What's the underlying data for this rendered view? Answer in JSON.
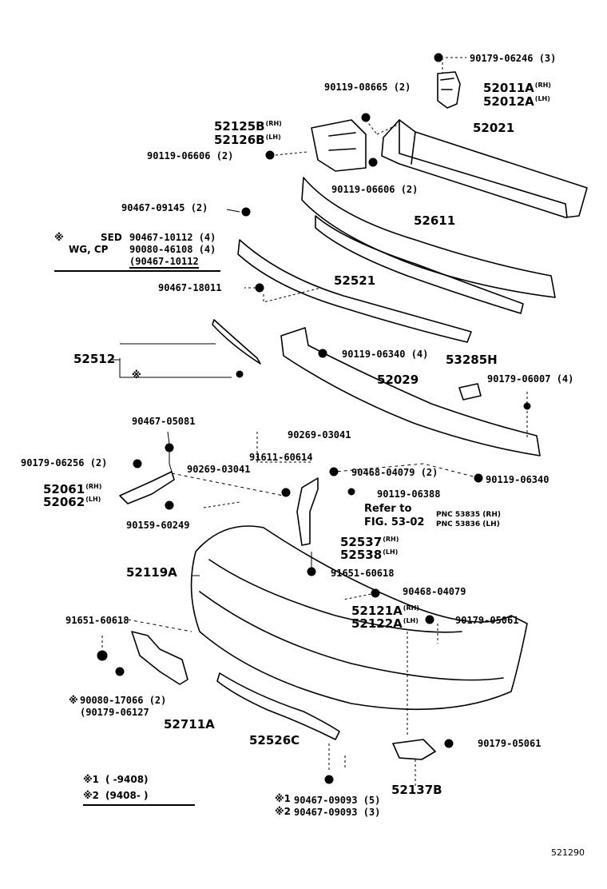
{
  "figure_id": "521290",
  "parts": {
    "p90179_06246": "90179-06246 (3)",
    "p52011a": "52011A",
    "p52012a": "52012A",
    "p90119_08665": "90119-08665 (2)",
    "p52021": "52021",
    "p52125b": "52125B",
    "p52126b": "52126B",
    "p90119_06606_a": "90119-06606 (2)",
    "p90119_06606_b": "90119-06606 (2)",
    "p90467_09145": "90467-09145 (2)",
    "p52611": "52611",
    "p90467_10112": "90467-10112 (4)",
    "p90080_46108": "90080-46108 (4)",
    "p90467_10112_alt": "(90467-10112",
    "p90467_18011": "90467-18011",
    "p52521": "52521",
    "p52512": "52512",
    "p90119_06340_4": "90119-06340 (4)",
    "p53285h": "53285H",
    "p52029": "52029",
    "p90179_06007": "90179-06007 (4)",
    "p90467_05081": "90467-05081",
    "p90269_03041_a": "90269-03041",
    "p90179_06256": "90179-06256 (2)",
    "p90269_03041_b": "90269-03041",
    "p91611_60614": "91611-60614",
    "p90468_04079_2": "90468-04079 (2)",
    "p90119_06340": "90119-06340",
    "p52061": "52061",
    "p52062": "52062",
    "p90119_06388": "90119-06388",
    "ref_label": "Refer to",
    "fig_label": "FIG. 53-02",
    "pnc1": "PNC 53835 (RH)",
    "pnc2": "PNC 53836 (LH)",
    "p90159_60249": "90159-60249",
    "p52537": "52537",
    "p52538": "52538",
    "p52119a": "52119A",
    "p91651_60618_a": "91651-60618",
    "p90468_04079": "90468-04079",
    "p91651_60618_b": "91651-60618",
    "p52121a": "52121A",
    "p52122a": "52122A",
    "p90179_05061_a": "90179-05061",
    "p90080_17066": "90080-17066 (2)",
    "p90179_06127": "(90179-06127",
    "p52711a": "52711A",
    "p52526c": "52526C",
    "p90179_05061_b": "90179-05061",
    "p52137b": "52137B",
    "p90467_09093_1": "90467-09093 (5)",
    "p90467_09093_2": "90467-09093 (3)"
  },
  "suffix": {
    "rh": "(RH)",
    "lh": "(LH)"
  },
  "variants": {
    "mark": "※",
    "sed": "SED",
    "wg_cp": "WG, CP",
    "mark1": "※1",
    "mark2": "※2"
  },
  "legend": {
    "row1_mark": "※1",
    "row1_text": "(        -9408)",
    "row2_mark": "※2",
    "row2_text": "(9408-         )"
  }
}
